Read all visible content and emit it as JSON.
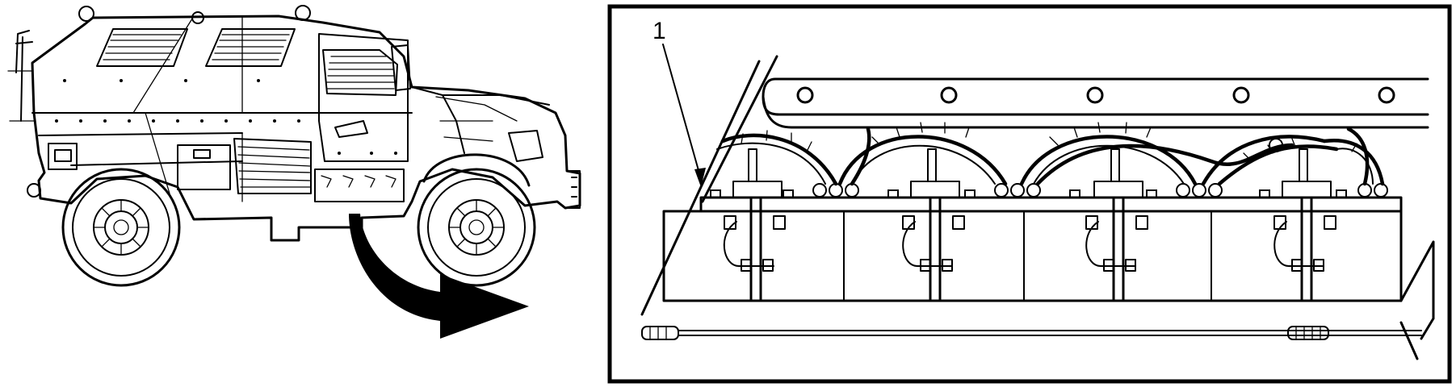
{
  "figure": {
    "callouts": [
      {
        "id": "1",
        "label": "1"
      }
    ]
  },
  "icons": {
    "vehicle": "armored-truck-side-view",
    "arrow": "curved-transition-arrow",
    "detail": "battery-bank-hold-down-detail"
  },
  "colors": {
    "ink": "#000000",
    "paper": "#ffffff"
  }
}
